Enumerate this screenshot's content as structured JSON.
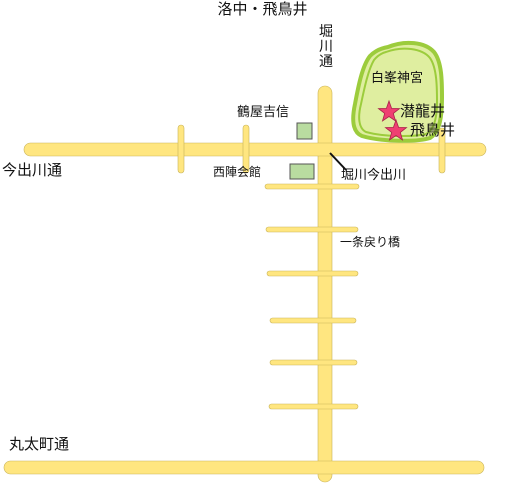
{
  "title": "洛中・飛鳥井",
  "streets": {
    "horikawa_dori": [
      "堀",
      "川",
      "通"
    ],
    "imadegawa_dori": "今出川通",
    "marutamachi_dori": "丸太町通"
  },
  "places": {
    "shiramine_jingu": "白峯神宮",
    "senryu_i": "潜龍井",
    "asukai": "飛鳥井",
    "tsuruya_yoshinobu": "鶴屋吉信",
    "nishijin_kaikan": "西陣会館",
    "horikawa_imadegawa": "堀川今出川",
    "ichijo_modoribashi": "一条戻り橋"
  },
  "colors": {
    "road": "#ffe680",
    "road_stroke": "#c9b45a",
    "shrine_fill": "#dfeea0",
    "shrine_outline": "#9ccc3c",
    "building_fill": "#b9dca0",
    "building_stroke": "#555555",
    "star": "#ef3f72"
  },
  "icons": {
    "well_marker": "star-icon",
    "pointer": "arrow-line"
  }
}
